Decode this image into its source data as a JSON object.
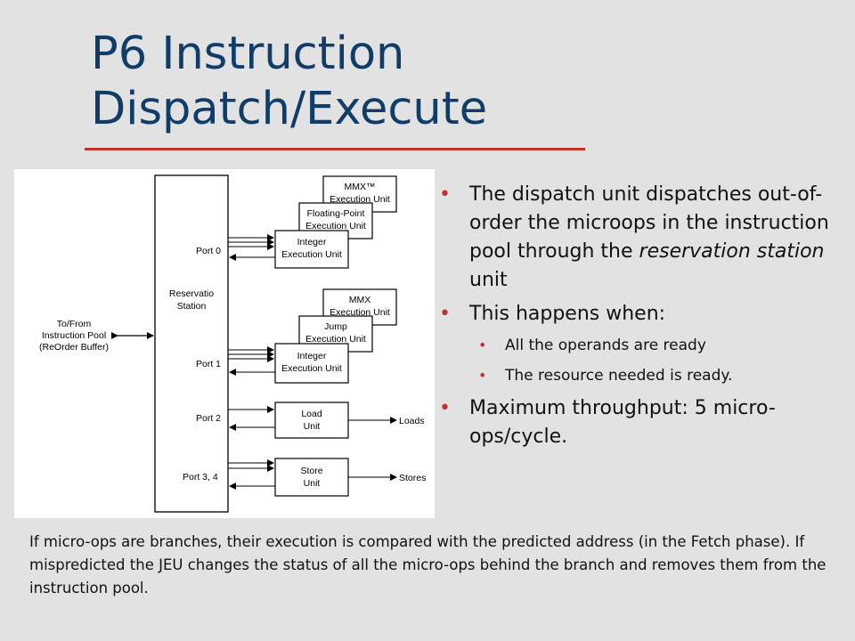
{
  "title": {
    "line1": "P6 Instruction",
    "line2": "Dispatch/Execute"
  },
  "colors": {
    "title": "#0f3c68",
    "accent": "#c0352b",
    "background": "#e2e2e2"
  },
  "diagram": {
    "reservation_line1": "Reservatio",
    "reservation_line2": "Station",
    "external_line1": "To/From",
    "external_line2": "Instruction Pool",
    "external_line3": "(ReOrder Buffer)",
    "ports": [
      "Port 0",
      "Port 1",
      "Port 2",
      "Port 3, 4"
    ],
    "units": {
      "mmx0_1": "MMX™",
      "mmx0_2": "Execution Unit",
      "fp_1": "Floating-Point",
      "fp_2": "Execution Unit",
      "int0_1": "Integer",
      "int0_2": "Execution Unit",
      "mmx1_1": "MMX",
      "mmx1_2": "Execution Unit",
      "jump_1": "Jump",
      "jump_2": "Execution Unit",
      "int1_1": "Integer",
      "int1_2": "Execution Unit",
      "load_1": "Load",
      "load_2": "Unit",
      "store_1": "Store",
      "store_2": "Unit"
    },
    "outputs": {
      "loads": "Loads",
      "stores": "Stores"
    }
  },
  "bullets": {
    "b1_pre": "The dispatch unit dispatches out-of-order the microops in the instruction pool through the ",
    "b1_italic": "reservation station",
    "b1_post": " unit",
    "b2": "This happens when:",
    "b2_sub1": "All the operands are ready",
    "b2_sub2": "The resource needed is ready.",
    "b3": "Maximum throughput: 5 micro-ops/cycle."
  },
  "footnote": "If micro-ops are branches, their execution is compared with the predicted address (in the Fetch phase). If mispredicted the JEU changes the status of all the micro-ops behind the branch and removes them from the instruction pool."
}
